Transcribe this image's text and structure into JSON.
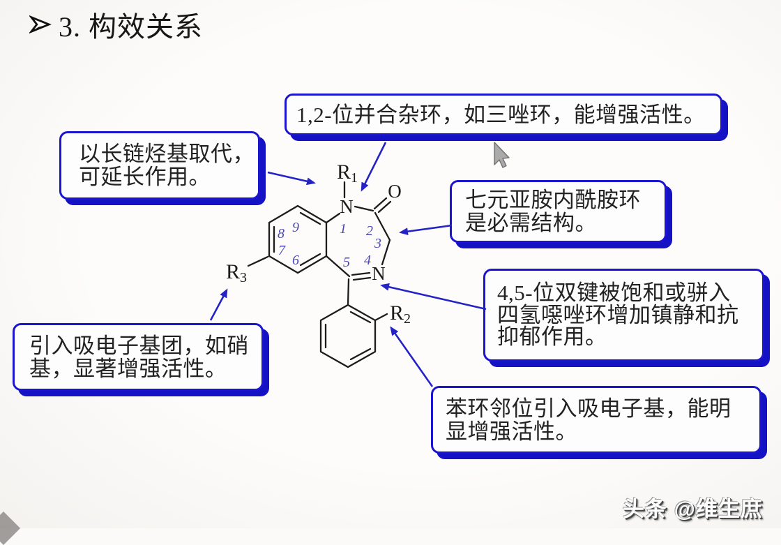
{
  "title": {
    "text": "3. 构效关系"
  },
  "callouts": {
    "fused_heterocycle": {
      "lines": [
        "1,2-位并合杂环，如三唑环，能增强活性。"
      ]
    },
    "long_chain_substitution": {
      "lines": [
        "以长链烃基取代，",
        "可延长作用。"
      ]
    },
    "seven_membered_lactam": {
      "lines": [
        "七元亚胺内酰胺环",
        "是必需结构。"
      ]
    },
    "double_bond_4_5": {
      "lines": [
        "4,5-位双键被饱和或骈入",
        "四氢噁唑环增加镇静和抗",
        "抑郁作用。"
      ]
    },
    "electron_withdrawing_group": {
      "lines": [
        "引入吸电子基团，如硝",
        "基，显著增强活性。"
      ]
    },
    "phenyl_ortho_position": {
      "lines": [
        "苯环邻位引入吸电子基，能明",
        "显增强活性。"
      ]
    }
  },
  "molecule": {
    "atoms": {
      "n1": "N",
      "n4": "N",
      "o": "O"
    },
    "substituents": {
      "r1_base": "R",
      "r1_sub": "1",
      "r2_base": "R",
      "r2_sub": "2",
      "r3_base": "R",
      "r3_sub": "3"
    },
    "ring_numbers": {
      "p1": "1",
      "p2": "2",
      "p3": "3",
      "p4": "4",
      "p5": "5",
      "p6": "6",
      "p7": "7",
      "p8": "8",
      "p9": "9"
    }
  },
  "watermark": {
    "text": "头条 @维生庶"
  },
  "colors": {
    "callout_border": "#1b16ce",
    "callout_shadow": "#1512c6",
    "arrow_blue": "#2423c6",
    "ring_number_blue": "#4a47b4",
    "bond_black": "#1c1c1c"
  }
}
